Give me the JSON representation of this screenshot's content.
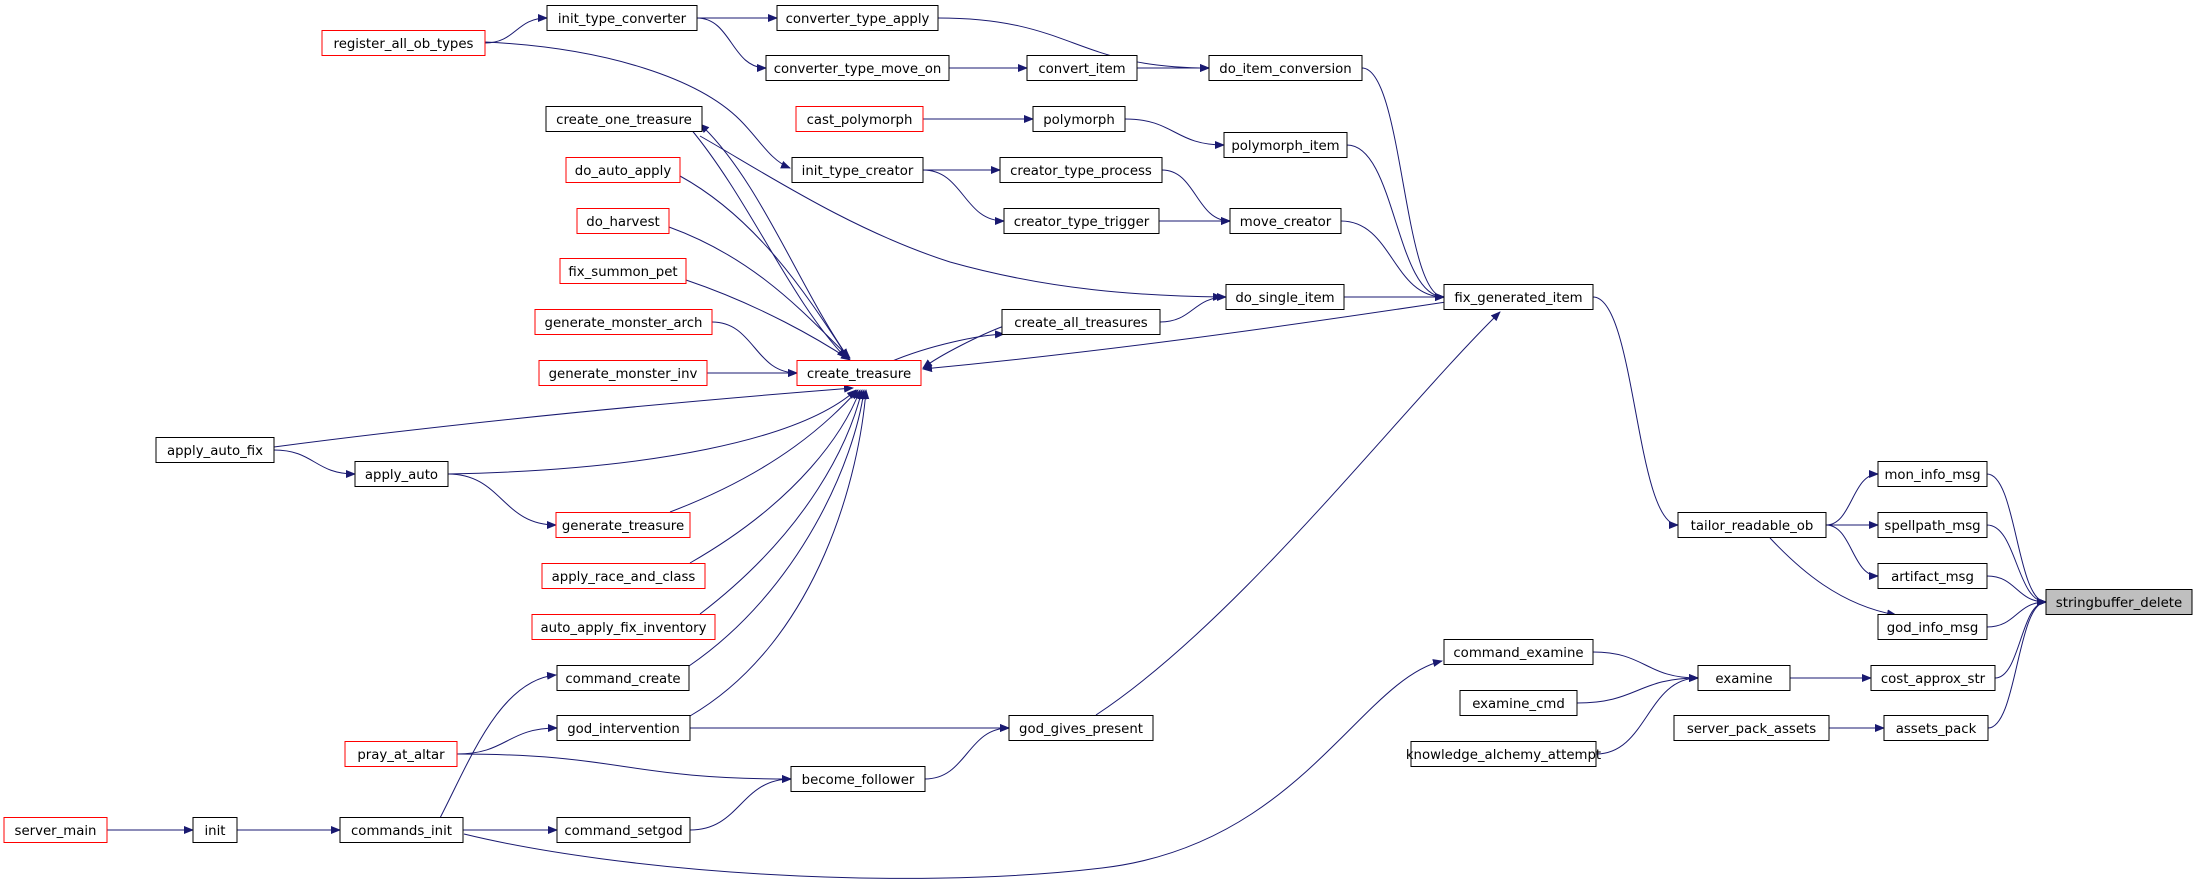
{
  "colors": {
    "edge": "#191970",
    "border_plain": "#000000",
    "border_truncated": "#ff0000",
    "highlight_fill": "#bfbfbf",
    "text": "#000000",
    "background": "#ffffff"
  },
  "nodes": [
    {
      "id": "stringbuffer_delete",
      "label": "stringbuffer_delete",
      "style": "highlight"
    },
    {
      "id": "mon_info_msg",
      "label": "mon_info_msg",
      "style": "plain"
    },
    {
      "id": "spellpath_msg",
      "label": "spellpath_msg",
      "style": "plain"
    },
    {
      "id": "artifact_msg",
      "label": "artifact_msg",
      "style": "plain"
    },
    {
      "id": "god_info_msg",
      "label": "god_info_msg",
      "style": "plain"
    },
    {
      "id": "cost_approx_str",
      "label": "cost_approx_str",
      "style": "plain"
    },
    {
      "id": "assets_pack",
      "label": "assets_pack",
      "style": "plain"
    },
    {
      "id": "tailor_readable_ob",
      "label": "tailor_readable_ob",
      "style": "plain"
    },
    {
      "id": "examine",
      "label": "examine",
      "style": "plain"
    },
    {
      "id": "server_pack_assets",
      "label": "server_pack_assets",
      "style": "plain"
    },
    {
      "id": "fix_generated_item",
      "label": "fix_generated_item",
      "style": "plain"
    },
    {
      "id": "command_examine",
      "label": "command_examine",
      "style": "plain"
    },
    {
      "id": "examine_cmd",
      "label": "examine_cmd",
      "style": "plain"
    },
    {
      "id": "knowledge_alchemy_attempt",
      "label": "knowledge_alchemy_attempt",
      "style": "plain"
    },
    {
      "id": "do_item_conversion",
      "label": "do_item_conversion",
      "style": "plain"
    },
    {
      "id": "polymorph_item",
      "label": "polymorph_item",
      "style": "plain"
    },
    {
      "id": "move_creator",
      "label": "move_creator",
      "style": "plain"
    },
    {
      "id": "do_single_item",
      "label": "do_single_item",
      "style": "plain"
    },
    {
      "id": "converter_type_apply",
      "label": "converter_type_apply",
      "style": "plain"
    },
    {
      "id": "convert_item",
      "label": "convert_item",
      "style": "plain"
    },
    {
      "id": "converter_type_move_on",
      "label": "converter_type_move_on",
      "style": "plain"
    },
    {
      "id": "init_type_converter",
      "label": "init_type_converter",
      "style": "plain"
    },
    {
      "id": "register_all_ob_types",
      "label": "register_all_ob_types",
      "style": "truncated"
    },
    {
      "id": "polymorph",
      "label": "polymorph",
      "style": "plain"
    },
    {
      "id": "cast_polymorph",
      "label": "cast_polymorph",
      "style": "truncated"
    },
    {
      "id": "creator_type_process",
      "label": "creator_type_process",
      "style": "plain"
    },
    {
      "id": "creator_type_trigger",
      "label": "creator_type_trigger",
      "style": "plain"
    },
    {
      "id": "init_type_creator",
      "label": "init_type_creator",
      "style": "plain"
    },
    {
      "id": "create_all_treasures",
      "label": "create_all_treasures",
      "style": "plain"
    },
    {
      "id": "create_treasure",
      "label": "create_treasure",
      "style": "truncated"
    },
    {
      "id": "create_one_treasure",
      "label": "create_one_treasure",
      "style": "plain"
    },
    {
      "id": "do_auto_apply",
      "label": "do_auto_apply",
      "style": "truncated"
    },
    {
      "id": "do_harvest",
      "label": "do_harvest",
      "style": "truncated"
    },
    {
      "id": "fix_summon_pet",
      "label": "fix_summon_pet",
      "style": "truncated"
    },
    {
      "id": "generate_monster_arch",
      "label": "generate_monster_arch",
      "style": "truncated"
    },
    {
      "id": "generate_monster_inv",
      "label": "generate_monster_inv",
      "style": "truncated"
    },
    {
      "id": "apply_auto_fix",
      "label": "apply_auto_fix",
      "style": "plain"
    },
    {
      "id": "apply_auto",
      "label": "apply_auto",
      "style": "plain"
    },
    {
      "id": "generate_treasure",
      "label": "generate_treasure",
      "style": "truncated"
    },
    {
      "id": "apply_race_and_class",
      "label": "apply_race_and_class",
      "style": "truncated"
    },
    {
      "id": "auto_apply_fix_inventory",
      "label": "auto_apply_fix_inventory",
      "style": "truncated"
    },
    {
      "id": "command_create",
      "label": "command_create",
      "style": "plain"
    },
    {
      "id": "god_intervention",
      "label": "god_intervention",
      "style": "plain"
    },
    {
      "id": "pray_at_altar",
      "label": "pray_at_altar",
      "style": "truncated"
    },
    {
      "id": "god_gives_present",
      "label": "god_gives_present",
      "style": "plain"
    },
    {
      "id": "become_follower",
      "label": "become_follower",
      "style": "plain"
    },
    {
      "id": "command_setgod",
      "label": "command_setgod",
      "style": "plain"
    },
    {
      "id": "commands_init",
      "label": "commands_init",
      "style": "plain"
    },
    {
      "id": "init",
      "label": "init",
      "style": "plain"
    },
    {
      "id": "server_main",
      "label": "server_main",
      "style": "truncated"
    }
  ],
  "edges": [
    {
      "from": "mon_info_msg",
      "to": "stringbuffer_delete"
    },
    {
      "from": "spellpath_msg",
      "to": "stringbuffer_delete"
    },
    {
      "from": "artifact_msg",
      "to": "stringbuffer_delete"
    },
    {
      "from": "god_info_msg",
      "to": "stringbuffer_delete"
    },
    {
      "from": "cost_approx_str",
      "to": "stringbuffer_delete"
    },
    {
      "from": "assets_pack",
      "to": "stringbuffer_delete"
    },
    {
      "from": "tailor_readable_ob",
      "to": "mon_info_msg"
    },
    {
      "from": "tailor_readable_ob",
      "to": "spellpath_msg"
    },
    {
      "from": "tailor_readable_ob",
      "to": "artifact_msg"
    },
    {
      "from": "tailor_readable_ob",
      "to": "god_info_msg"
    },
    {
      "from": "examine",
      "to": "cost_approx_str"
    },
    {
      "from": "server_pack_assets",
      "to": "assets_pack"
    },
    {
      "from": "fix_generated_item",
      "to": "tailor_readable_ob"
    },
    {
      "from": "command_examine",
      "to": "examine"
    },
    {
      "from": "examine_cmd",
      "to": "examine"
    },
    {
      "from": "knowledge_alchemy_attempt",
      "to": "examine"
    },
    {
      "from": "commands_init",
      "to": "command_examine"
    },
    {
      "from": "do_item_conversion",
      "to": "fix_generated_item"
    },
    {
      "from": "polymorph_item",
      "to": "fix_generated_item"
    },
    {
      "from": "move_creator",
      "to": "fix_generated_item"
    },
    {
      "from": "do_single_item",
      "to": "fix_generated_item"
    },
    {
      "from": "fix_generated_item",
      "to": "create_treasure"
    },
    {
      "from": "god_gives_present",
      "to": "fix_generated_item"
    },
    {
      "from": "converter_type_apply",
      "to": "do_item_conversion"
    },
    {
      "from": "convert_item",
      "to": "do_item_conversion"
    },
    {
      "from": "converter_type_move_on",
      "to": "convert_item"
    },
    {
      "from": "init_type_converter",
      "to": "converter_type_apply"
    },
    {
      "from": "init_type_converter",
      "to": "converter_type_move_on"
    },
    {
      "from": "register_all_ob_types",
      "to": "init_type_converter"
    },
    {
      "from": "register_all_ob_types",
      "to": "init_type_creator"
    },
    {
      "from": "polymorph",
      "to": "polymorph_item"
    },
    {
      "from": "cast_polymorph",
      "to": "polymorph"
    },
    {
      "from": "creator_type_process",
      "to": "move_creator"
    },
    {
      "from": "creator_type_trigger",
      "to": "move_creator"
    },
    {
      "from": "init_type_creator",
      "to": "creator_type_process"
    },
    {
      "from": "init_type_creator",
      "to": "creator_type_trigger"
    },
    {
      "from": "create_all_treasures",
      "to": "do_single_item"
    },
    {
      "from": "create_one_treasure",
      "to": "do_single_item"
    },
    {
      "from": "create_treasure",
      "to": "create_all_treasures"
    },
    {
      "from": "create_all_treasures",
      "to": "create_treasure"
    },
    {
      "from": "create_treasure",
      "to": "create_one_treasure"
    },
    {
      "from": "create_one_treasure",
      "to": "create_treasure"
    },
    {
      "from": "do_auto_apply",
      "to": "create_treasure"
    },
    {
      "from": "do_harvest",
      "to": "create_treasure"
    },
    {
      "from": "fix_summon_pet",
      "to": "create_treasure"
    },
    {
      "from": "generate_monster_arch",
      "to": "create_treasure"
    },
    {
      "from": "generate_monster_inv",
      "to": "create_treasure"
    },
    {
      "from": "apply_auto_fix",
      "to": "create_treasure"
    },
    {
      "from": "apply_auto",
      "to": "create_treasure"
    },
    {
      "from": "generate_treasure",
      "to": "create_treasure"
    },
    {
      "from": "apply_race_and_class",
      "to": "create_treasure"
    },
    {
      "from": "auto_apply_fix_inventory",
      "to": "create_treasure"
    },
    {
      "from": "command_create",
      "to": "create_treasure"
    },
    {
      "from": "god_intervention",
      "to": "create_treasure"
    },
    {
      "from": "apply_auto_fix",
      "to": "apply_auto"
    },
    {
      "from": "apply_auto",
      "to": "generate_treasure"
    },
    {
      "from": "god_intervention",
      "to": "god_gives_present"
    },
    {
      "from": "become_follower",
      "to": "god_gives_present"
    },
    {
      "from": "pray_at_altar",
      "to": "god_intervention"
    },
    {
      "from": "pray_at_altar",
      "to": "become_follower"
    },
    {
      "from": "command_setgod",
      "to": "become_follower"
    },
    {
      "from": "commands_init",
      "to": "command_create"
    },
    {
      "from": "commands_init",
      "to": "command_setgod"
    },
    {
      "from": "init",
      "to": "commands_init"
    },
    {
      "from": "server_main",
      "to": "init"
    }
  ]
}
